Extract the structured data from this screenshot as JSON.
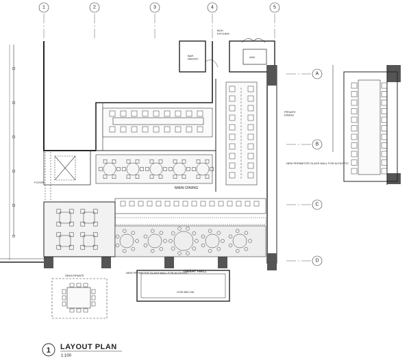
{
  "plan_title": "LAYOUT PLAN",
  "plan_number": "1",
  "plan_scale": "1:100",
  "grid_columns": [
    "1",
    "2",
    "3",
    "4",
    "5"
  ],
  "grid_rows": [
    "A",
    "B",
    "C",
    "D"
  ],
  "rooms": {
    "bar_pantry": "BAR\nPANTRY",
    "ahu": "AHU",
    "bgh_kitchen": "BGH\nKITCHEN",
    "private_dining": "PRIVATE\nDINING",
    "foyer": "FOYER",
    "main_dining": "MAIN DINING",
    "great_hall": "GREAT HALL",
    "semi_private": "SEMI-PRIVATE"
  },
  "annotations": {
    "glass_facade": "NEW PERIMETER GLASS WALL FOR ACOUSTIC",
    "void_below": "VOID BELOW",
    "perimeter_glass": "NEW PERIMETER GLASS WALL FOR ACOUSTIC"
  }
}
